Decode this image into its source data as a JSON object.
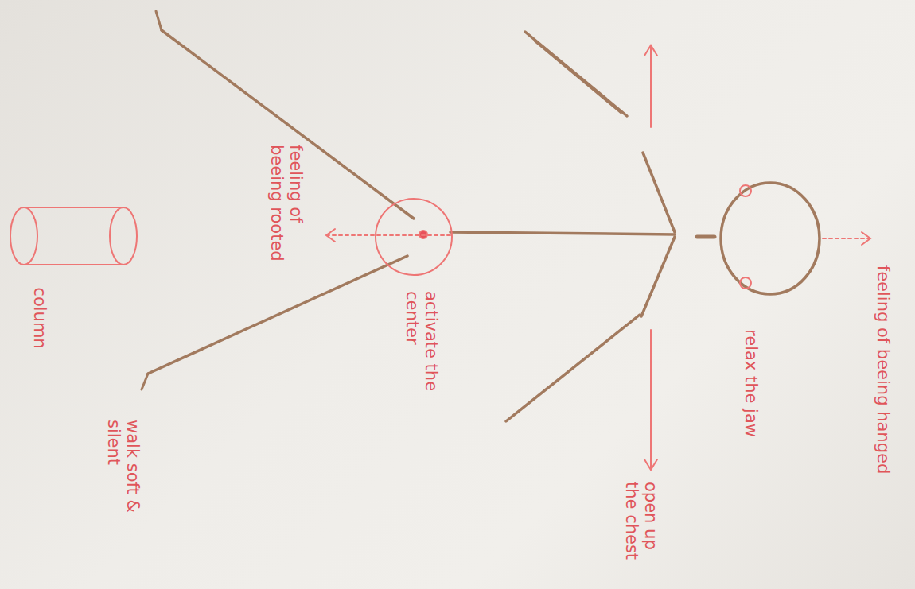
{
  "diagram": {
    "labels": [
      "feeling of beeing hanged",
      "relax the jaw",
      "open up the chest",
      "activate the center",
      "feeling of beeing rooted",
      "walk soft & silent",
      "column"
    ]
  }
}
